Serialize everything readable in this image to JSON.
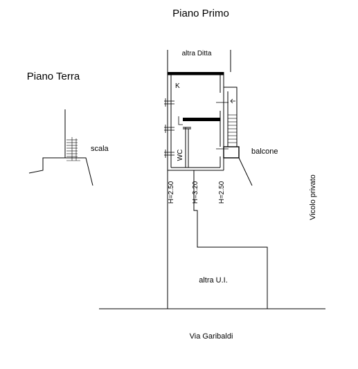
{
  "labels": {
    "piano_primo": "Piano Primo",
    "piano_terra": "Piano Terra",
    "altra_ditta": "altra Ditta",
    "k": "K",
    "wc": "WC",
    "scala": "scala",
    "balcone": "balcone",
    "h_left": "H=2.50",
    "h_mid": "H=3.20",
    "h_right": "H=2.50",
    "vicolo": "Vicolo privato",
    "altra_ui": "altra U.I.",
    "via": "Via Garibaldi"
  }
}
